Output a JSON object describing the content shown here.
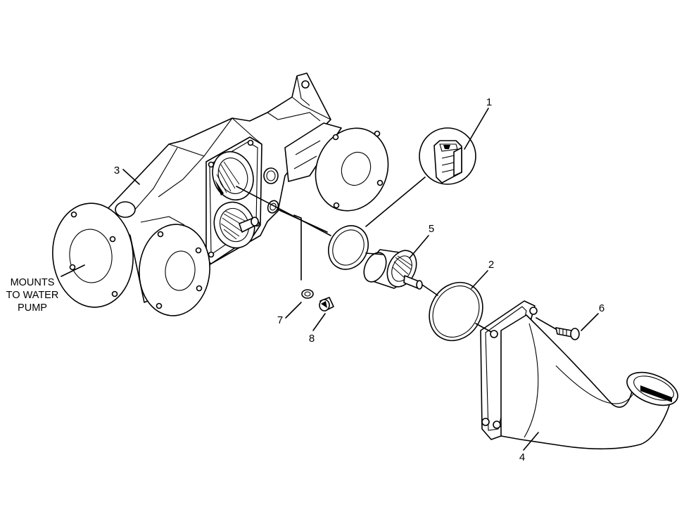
{
  "callouts": {
    "c1": "1",
    "c2": "2",
    "c3": "3",
    "c4": "4",
    "c5": "5",
    "c6": "6",
    "c7": "7",
    "c8": "8"
  },
  "note": {
    "line1": "MOUNTS",
    "line2": "TO WATER",
    "line3": "PUMP"
  }
}
